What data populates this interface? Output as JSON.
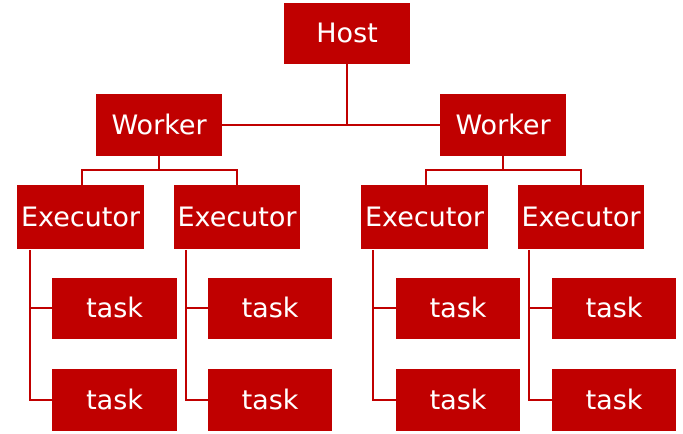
{
  "diagram": {
    "host": {
      "label": "Host"
    },
    "workers": [
      {
        "label": "Worker",
        "executors": [
          {
            "label": "Executor",
            "tasks": [
              "task",
              "task"
            ]
          },
          {
            "label": "Executor",
            "tasks": [
              "task",
              "task"
            ]
          }
        ]
      },
      {
        "label": "Worker",
        "executors": [
          {
            "label": "Executor",
            "tasks": [
              "task",
              "task"
            ]
          },
          {
            "label": "Executor",
            "tasks": [
              "task",
              "task"
            ]
          }
        ]
      }
    ],
    "colors": {
      "box": "#c00000",
      "text": "#ffffff",
      "line": "#c00000",
      "background": "#ffffff"
    }
  }
}
